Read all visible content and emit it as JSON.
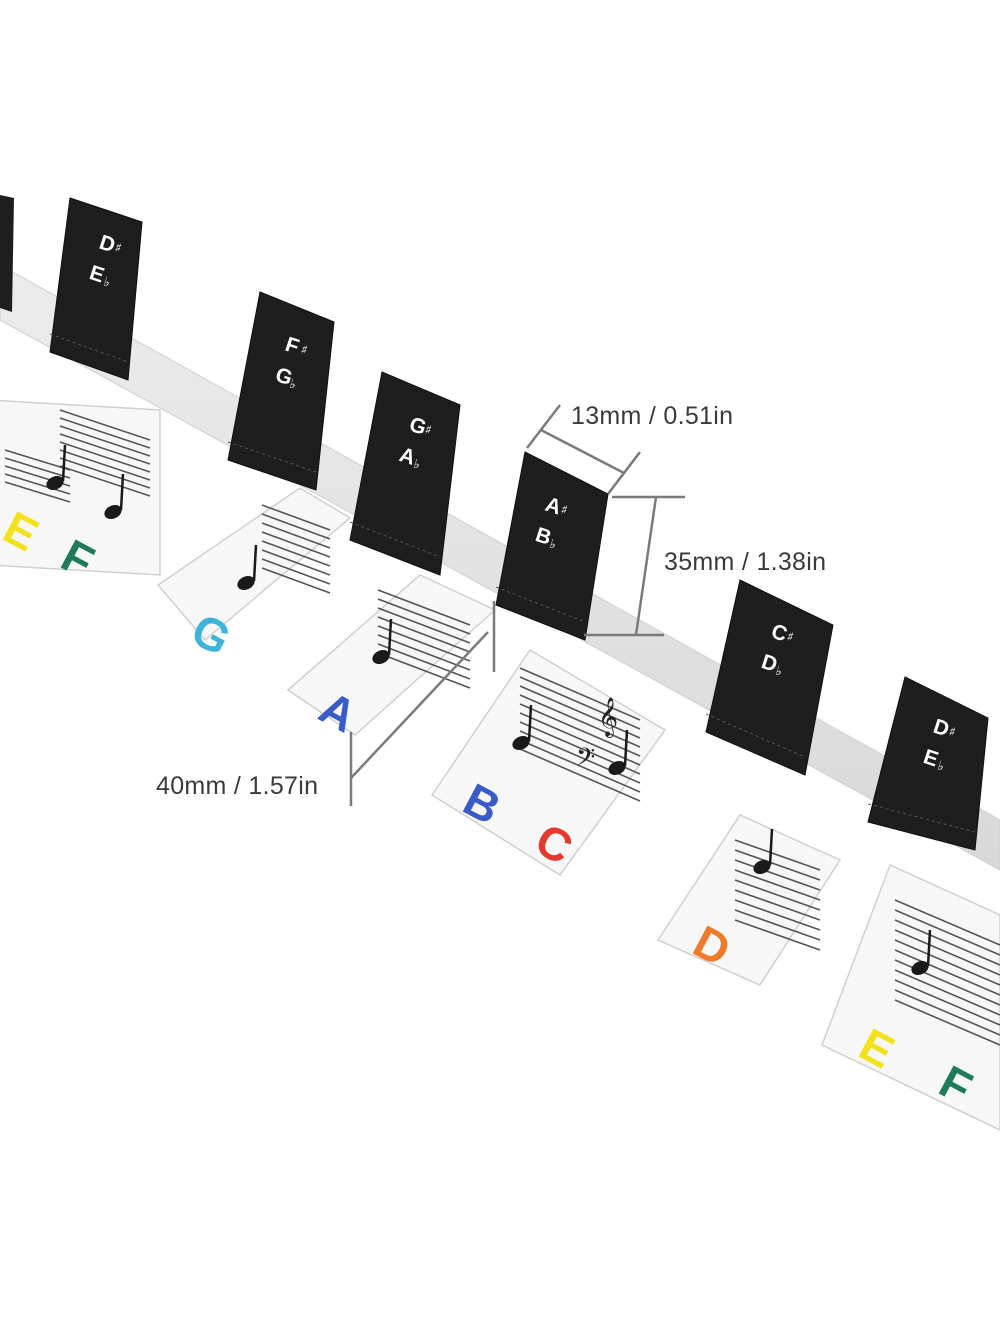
{
  "white_keys": [
    {
      "note": "E",
      "color": "#f2e21c"
    },
    {
      "note": "F",
      "color": "#1f7a5c"
    },
    {
      "note": "G",
      "color": "#3fb4d8"
    },
    {
      "note": "A",
      "color": "#3a5cc8"
    },
    {
      "note": "B",
      "color": "#3a5cc8"
    },
    {
      "note": "C",
      "color": "#e23a2e"
    },
    {
      "note": "D",
      "color": "#ee7a2a"
    },
    {
      "note": "E",
      "color": "#f2e21c"
    },
    {
      "note": "F",
      "color": "#1f7a5c"
    }
  ],
  "black_keys": [
    {
      "sharp": "D",
      "flat": "E",
      "sharp_sign": "♯",
      "flat_sign": "♭"
    },
    {
      "sharp": "F",
      "flat": "G",
      "sharp_sign": "♯",
      "flat_sign": "♭"
    },
    {
      "sharp": "G",
      "flat": "A",
      "sharp_sign": "♯",
      "flat_sign": "♭"
    },
    {
      "sharp": "A",
      "flat": "B",
      "sharp_sign": "♯",
      "flat_sign": "♭"
    },
    {
      "sharp": "C",
      "flat": "D",
      "sharp_sign": "♯",
      "flat_sign": "♭"
    },
    {
      "sharp": "D",
      "flat": "E",
      "sharp_sign": "♯",
      "flat_sign": "♭"
    }
  ],
  "dimensions": {
    "width": "13mm / 0.51in",
    "black_height": "35mm / 1.38in",
    "white_height": "40mm / 1.57in"
  },
  "colors": {
    "black_key": "#1e1e1e",
    "white_key": "#f7f7f7",
    "staff_line": "#555555",
    "dimension_line": "#7a7a7a"
  }
}
